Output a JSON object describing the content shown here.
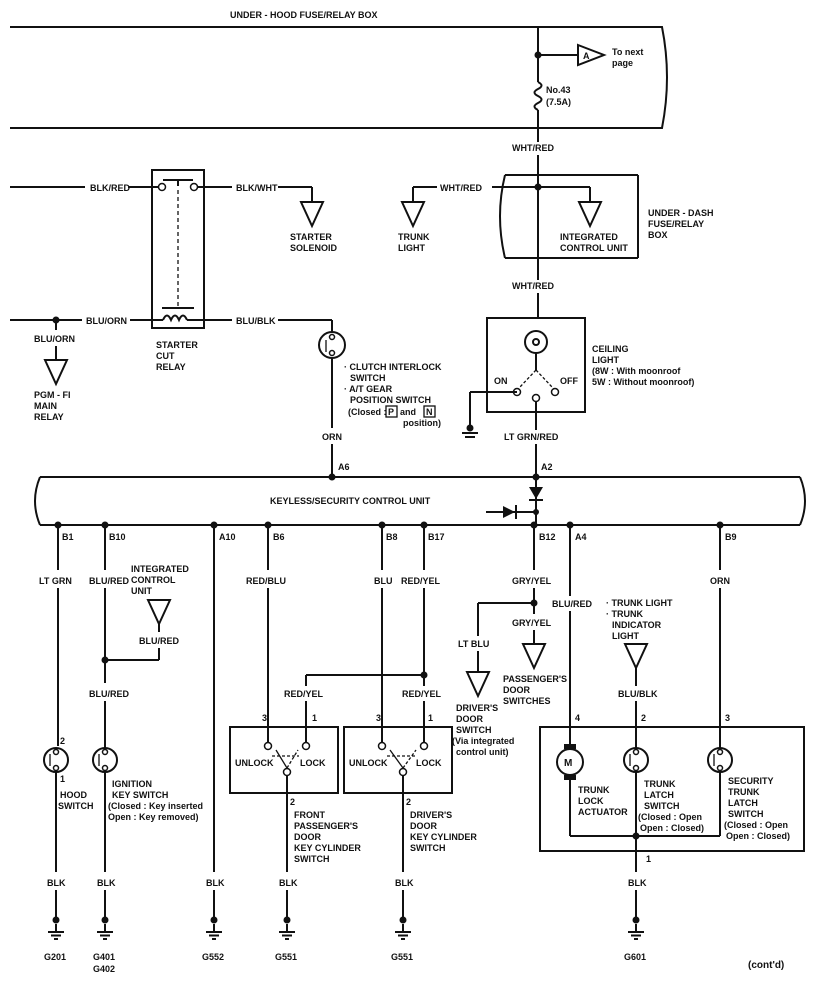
{
  "boxes": {
    "under_hood": "UNDER - HOOD FUSE/RELAY BOX",
    "under_dash": [
      "UNDER - DASH",
      "FUSE/RELAY",
      "BOX"
    ],
    "keyless": "KEYLESS/SECURITY CONTROL UNIT"
  },
  "connector_a": "A",
  "next_page": [
    "To next",
    "page"
  ],
  "fuse": [
    "No.43",
    "(7.5A)"
  ],
  "wires": {
    "blk_red": "BLK/RED",
    "blk_wht": "BLK/WHT",
    "wht_red": "WHT/RED",
    "blu_orn": "BLU/ORN",
    "blu_blk": "BLU/BLK",
    "orn": "ORN",
    "lt_grn_red": "LT GRN/RED",
    "lt_grn": "LT GRN",
    "blu_red": "BLU/RED",
    "red_blu": "RED/BLU",
    "blu": "BLU",
    "red_yel": "RED/YEL",
    "gry_yel": "GRY/YEL",
    "lt_blu": "LT BLU",
    "blk": "BLK"
  },
  "components": {
    "starter_solenoid": [
      "STARTER",
      "SOLENOID"
    ],
    "trunk_light_top": [
      "TRUNK",
      "LIGHT"
    ],
    "icu": [
      "INTEGRATED",
      "CONTROL UNIT"
    ],
    "starter_cut_relay": [
      "STARTER",
      "CUT",
      "RELAY"
    ],
    "pgm_fi": [
      "PGM - FI",
      "MAIN",
      "RELAY"
    ],
    "clutch": [
      "· CLUTCH INTERLOCK",
      "SWITCH",
      "· A/T GEAR",
      "POSITION SWITCH",
      "(Closed :",
      "and",
      "position)"
    ],
    "gear_p": "P",
    "gear_n": "N",
    "ceiling": [
      "CEILING",
      "LIGHT",
      "(8W : With moonroof",
      "5W : Without moonroof)"
    ],
    "on": "ON",
    "off": "OFF",
    "icu2": [
      "INTEGRATED",
      "CONTROL",
      "UNIT"
    ],
    "trunk_light_ind": [
      "· TRUNK LIGHT",
      "· TRUNK",
      "INDICATOR",
      "LIGHT"
    ],
    "hood_switch": [
      "HOOD",
      "SWITCH"
    ],
    "ignition": [
      "IGNITION",
      "KEY SWITCH",
      "(Closed : Key inserted",
      "Open    : Key removed)"
    ],
    "unlock": "UNLOCK",
    "lock": "LOCK",
    "front_pass": [
      "FRONT",
      "PASSENGER'S",
      "DOOR",
      "KEY CYLINDER",
      "SWITCH"
    ],
    "driver_key": [
      "DRIVER'S",
      "DOOR",
      "KEY CYLINDER",
      "SWITCH"
    ],
    "driver_door": [
      "DRIVER'S",
      "DOOR",
      "SWITCH",
      "(Via integrated",
      "control unit)"
    ],
    "pass_door": [
      "PASSENGER'S",
      "DOOR",
      "SWITCHES"
    ],
    "motor": "M",
    "trunk_lock": [
      "TRUNK",
      "LOCK",
      "ACTUATOR"
    ],
    "trunk_latch": [
      "TRUNK",
      "LATCH",
      "SWITCH",
      "(Closed : Open",
      "Open   : Closed)"
    ],
    "security_latch": [
      "SECURITY",
      "TRUNK",
      "LATCH",
      "SWITCH",
      "(Closed : Open",
      "Open   : Closed)"
    ]
  },
  "terminals": {
    "a6": "A6",
    "a2": "A2",
    "b1": "B1",
    "b10": "B10",
    "a10": "A10",
    "b6": "B6",
    "b8": "B8",
    "b17": "B17",
    "b12": "B12",
    "a4": "A4",
    "b9": "B9"
  },
  "pins": {
    "p1": "1",
    "p2": "2",
    "p3": "3",
    "p4": "4"
  },
  "grounds": {
    "g201": "G201",
    "g401": "G401",
    "g402": "G402",
    "g552": "G552",
    "g551": "G551",
    "g601": "G601"
  },
  "contd": "(cont'd)"
}
